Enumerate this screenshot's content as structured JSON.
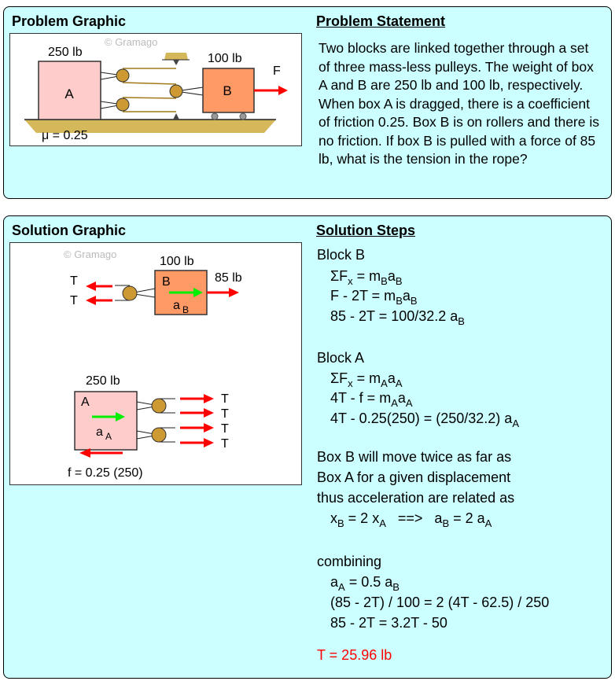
{
  "problem": {
    "graphic_title": "Problem Graphic",
    "statement_title": "Problem Statement",
    "statement": "Two blocks are linked together through a set of three mass-less pulleys. The weight of box A and B are 250 lb and 100 lb, respectively. When box A is dragged, there is a coefficient of friction 0.25. Box B is on rollers and there is no friction. If box B is pulled with a force of 85 lb, what is the tension in the rope?",
    "graphic": {
      "watermark": "© Gramago",
      "weight_a": "250 lb",
      "weight_b": "100 lb",
      "label_a": "A",
      "label_b": "B",
      "force": "F",
      "mu": "μ = 0.25"
    }
  },
  "solution": {
    "graphic_title": "Solution Graphic",
    "steps_title": "Solution Steps",
    "graphic": {
      "watermark": "© Gramago",
      "weight_b": "100 lb",
      "weight_a": "250 lb",
      "label_b": "B",
      "label_a": "A",
      "force": "85 lb",
      "accel_b": "a",
      "accel_b_sub": "B",
      "accel_a": "a",
      "accel_a_sub": "A",
      "tension": "T",
      "friction": "f = 0.25 (250)"
    },
    "steps": [
      [
        {
          "t": "Block B"
        }
      ],
      [
        {
          "t": "ΣF"
        },
        {
          "s": "x"
        },
        {
          "t": " = m"
        },
        {
          "s": "B"
        },
        {
          "t": "a"
        },
        {
          "s": "B"
        }
      ],
      [
        {
          "t": "F - 2T = m"
        },
        {
          "s": "B"
        },
        {
          "t": "a"
        },
        {
          "s": "B"
        }
      ],
      [
        {
          "t": "85 - 2T = 100/32.2 a"
        },
        {
          "s": "B"
        }
      ],
      [
        {
          "t": "Block A"
        }
      ],
      [
        {
          "t": "ΣF"
        },
        {
          "s": "x"
        },
        {
          "t": " = m"
        },
        {
          "s": "A"
        },
        {
          "t": "a"
        },
        {
          "s": "A"
        }
      ],
      [
        {
          "t": "4T - f = m"
        },
        {
          "s": "A"
        },
        {
          "t": "a"
        },
        {
          "s": "A"
        }
      ],
      [
        {
          "t": "4T - 0.25(250) = (250/32.2) a"
        },
        {
          "s": "A"
        }
      ],
      [
        {
          "t": "Box B will move twice as far as"
        }
      ],
      [
        {
          "t": "Box A for a given displacement"
        }
      ],
      [
        {
          "t": "thus acceleration are related as"
        }
      ],
      [
        {
          "t": "x"
        },
        {
          "s": "B"
        },
        {
          "t": " = 2 x"
        },
        {
          "s": "A"
        },
        {
          "t": "   ==>   a"
        },
        {
          "s": "B"
        },
        {
          "t": " = 2 a"
        },
        {
          "s": "A"
        }
      ],
      [
        {
          "t": "combining"
        }
      ],
      [
        {
          "t": "a"
        },
        {
          "s": "A"
        },
        {
          "t": " = 0.5 a"
        },
        {
          "s": "B"
        }
      ],
      [
        {
          "t": "(85 - 2T) / 100 = 2 (4T - 62.5) / 250"
        }
      ],
      [
        {
          "t": "85 - 2T = 3.2T - 50"
        }
      ],
      [
        {
          "t": "T = 25.96 lb"
        }
      ]
    ],
    "answer_color": "#ff0000"
  },
  "colors": {
    "panel": "#ccffff",
    "box_a": "#ffcccc",
    "box_b": "#ff9966",
    "pulley": "#cc9933",
    "force": "#ff0000",
    "accel": "#00ee00"
  }
}
